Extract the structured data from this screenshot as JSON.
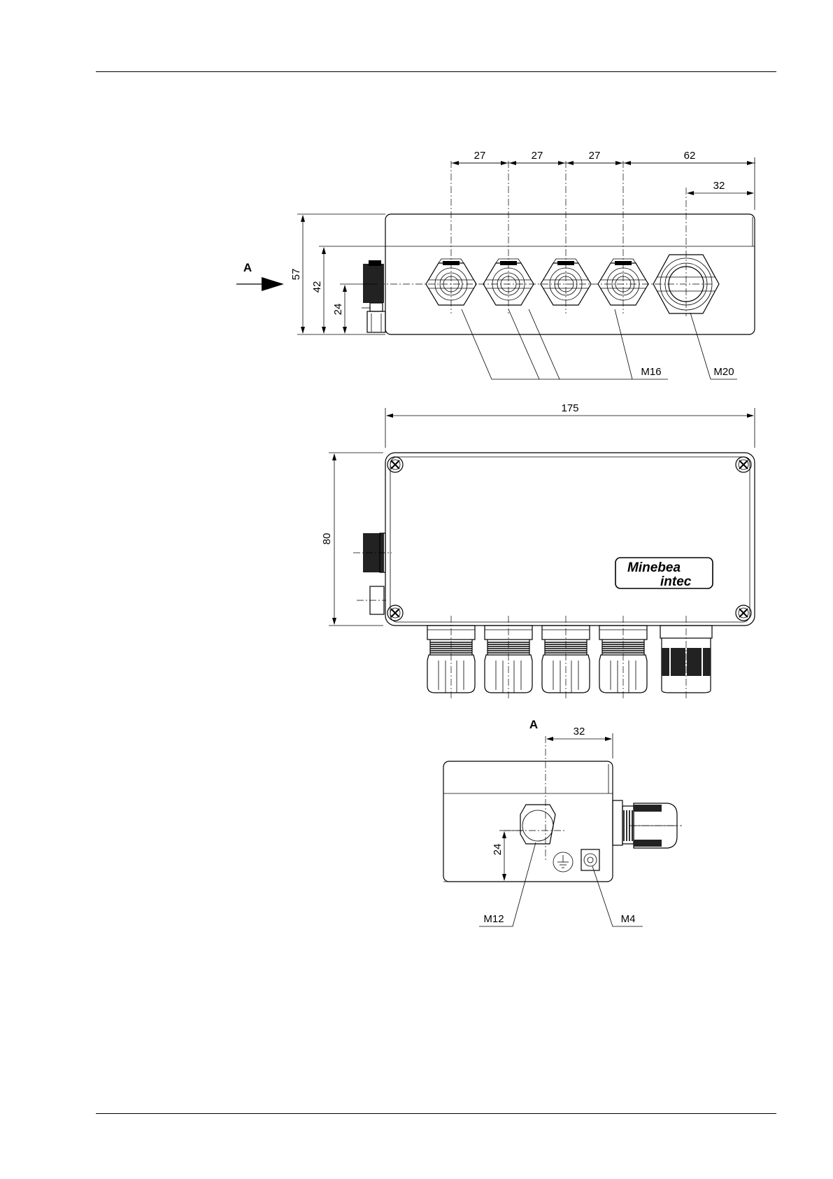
{
  "page": {
    "rule_color": "#000000",
    "background": "#ffffff"
  },
  "side_view": {
    "view_arrow_label": "A",
    "dim_spacing": [
      "27",
      "27",
      "27"
    ],
    "dim_right": "62",
    "dim_m20_offset": "32",
    "dim_height_total": "57",
    "dim_height_inner": "42",
    "dim_height_axis": "24",
    "label_small_glands": "M16",
    "label_large_gland": "M20"
  },
  "top_view": {
    "dim_width": "175",
    "dim_depth": "80",
    "logo_line1": "Minebea",
    "logo_line2": "intec"
  },
  "end_view": {
    "view_label": "A",
    "dim_offset": "32",
    "dim_axis_height": "24",
    "label_plug": "M12",
    "label_ground_screw": "M4",
    "ground_icon": "ground-symbol-icon"
  }
}
